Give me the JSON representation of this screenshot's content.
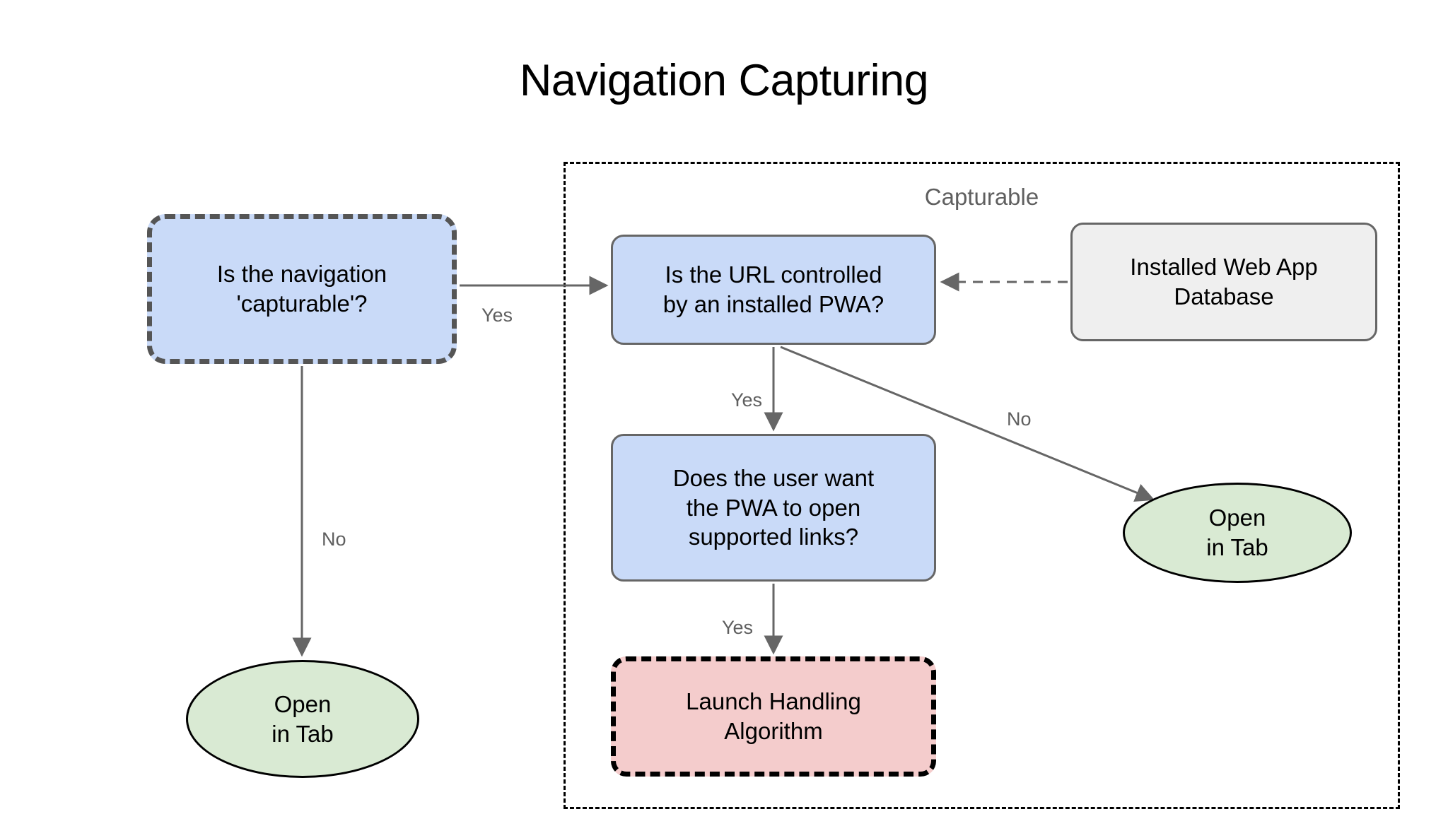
{
  "diagram": {
    "title": "Navigation Capturing",
    "type": "flowchart",
    "group": {
      "label": "Capturable",
      "border_style": "dashed",
      "border_color": "#000000"
    },
    "colors": {
      "decision_fill": "#c9daf8",
      "decision_border": "#666666",
      "entry_border": "#555555",
      "datastore_fill": "#efefef",
      "datastore_border": "#666666",
      "algorithm_fill": "#f4cccc",
      "algorithm_border": "#000000",
      "terminal_fill": "#d9ead3",
      "terminal_border": "#000000",
      "edge_color": "#666666",
      "label_color": "#5f5f5f",
      "background": "#ffffff"
    },
    "nodes": [
      {
        "id": "is-navigation-capturable",
        "label": "Is the navigation\n'capturable'?",
        "shape": "rounded-rect",
        "style": "blue-dashed"
      },
      {
        "id": "is-url-controlled",
        "label": "Is the URL controlled\nby an installed PWA?",
        "shape": "rounded-rect",
        "style": "blue"
      },
      {
        "id": "installed-web-app-db",
        "label": "Installed Web App\nDatabase",
        "shape": "rounded-rect",
        "style": "gray"
      },
      {
        "id": "does-user-want-pwa",
        "label": "Does the user want\nthe PWA to open\nsupported links?",
        "shape": "rounded-rect",
        "style": "blue"
      },
      {
        "id": "launch-handling-algorithm",
        "label": "Launch Handling\nAlgorithm",
        "shape": "rounded-rect",
        "style": "pink-dashed"
      },
      {
        "id": "open-in-tab-left",
        "label": "Open\nin Tab",
        "shape": "ellipse",
        "style": "green"
      },
      {
        "id": "open-in-tab-right",
        "label": "Open\nin Tab",
        "shape": "ellipse",
        "style": "green"
      }
    ],
    "edges": [
      {
        "id": "yes-capturable",
        "from": "is-navigation-capturable",
        "to": "is-url-controlled",
        "label": "Yes",
        "style": "solid"
      },
      {
        "id": "no-capturable",
        "from": "is-navigation-capturable",
        "to": "open-in-tab-left",
        "label": "No",
        "style": "solid"
      },
      {
        "id": "yes-url",
        "from": "is-url-controlled",
        "to": "does-user-want-pwa",
        "label": "Yes",
        "style": "solid"
      },
      {
        "id": "no-url",
        "from": "is-url-controlled",
        "to": "open-in-tab-right",
        "label": "No",
        "style": "solid"
      },
      {
        "id": "yes-user-want",
        "from": "does-user-want-pwa",
        "to": "launch-handling-algorithm",
        "label": "Yes",
        "style": "solid"
      },
      {
        "id": "db-lookup",
        "from": "installed-web-app-db",
        "to": "is-url-controlled",
        "label": "",
        "style": "dashed"
      }
    ]
  }
}
